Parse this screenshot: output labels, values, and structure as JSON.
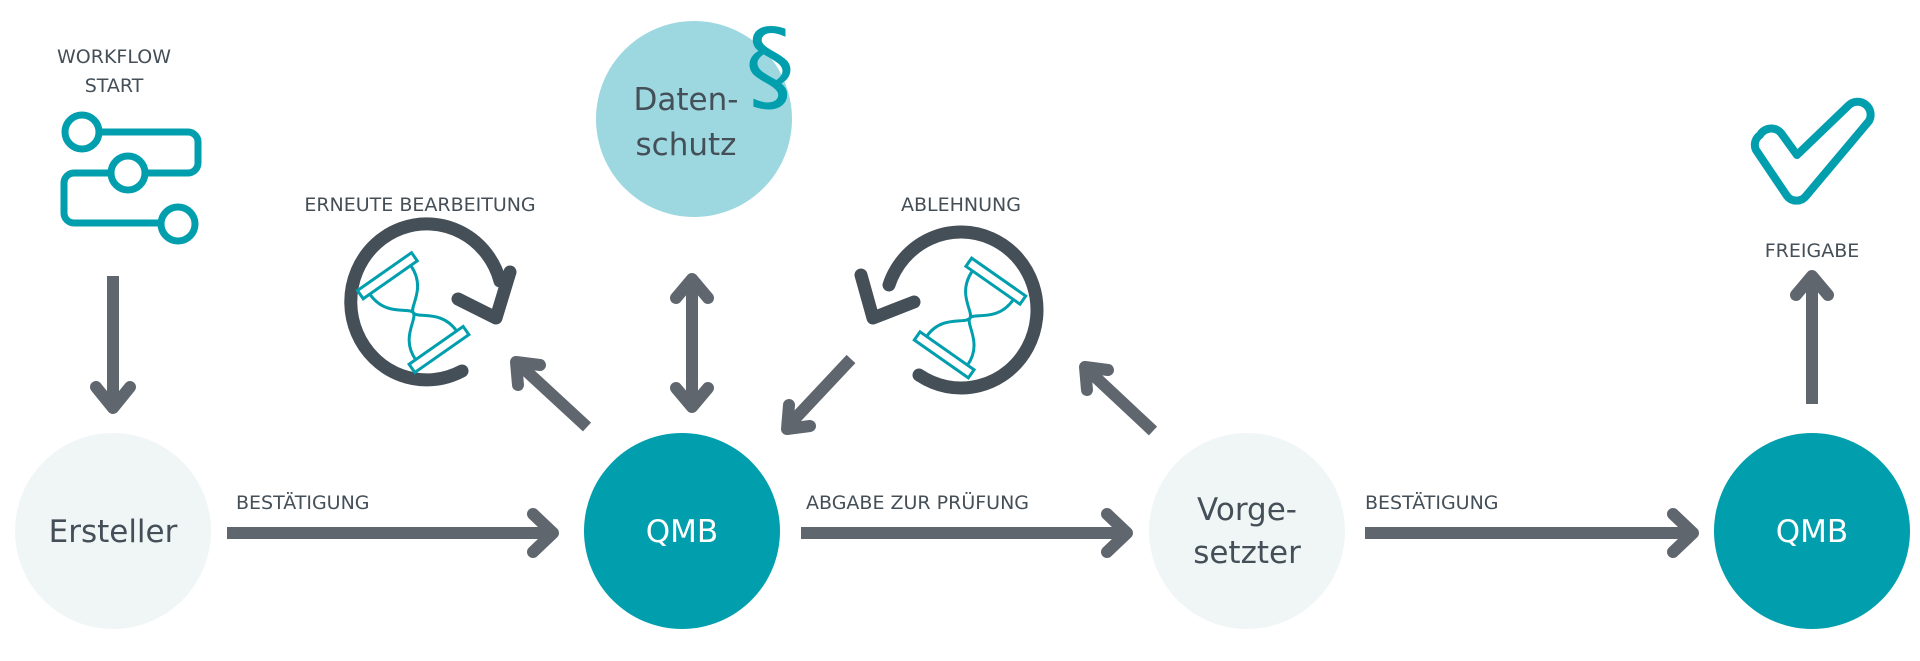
{
  "colors": {
    "teal": "#019fae",
    "light_teal": "#9dd8e0",
    "light_gray": "#f0f6f6",
    "text_dark": "#454f58",
    "arrow_gray": "#5f666e"
  },
  "start": {
    "label_line1": "WORKFLOW",
    "label_line2": "START",
    "icon": "workflow-icon"
  },
  "nodes": {
    "ersteller": "Ersteller",
    "qmb1": "QMB",
    "datenschutz_line1": "Daten-",
    "datenschutz_line2": "schutz",
    "vorgesetzter_line1": "Vorge-",
    "vorgesetzter_line2": "setzter",
    "qmb2": "QMB"
  },
  "edges": {
    "bestaetigung1": "BESTÄTIGUNG",
    "abgabe": "ABGABE ZUR PRÜFUNG",
    "bestaetigung2": "BESTÄTIGUNG",
    "erneute": "ERNEUTE BEARBEITUNG",
    "ablehnung": "ABLEHNUNG",
    "freigabe": "FREIGABE"
  },
  "icons": {
    "paragraph": "§"
  }
}
